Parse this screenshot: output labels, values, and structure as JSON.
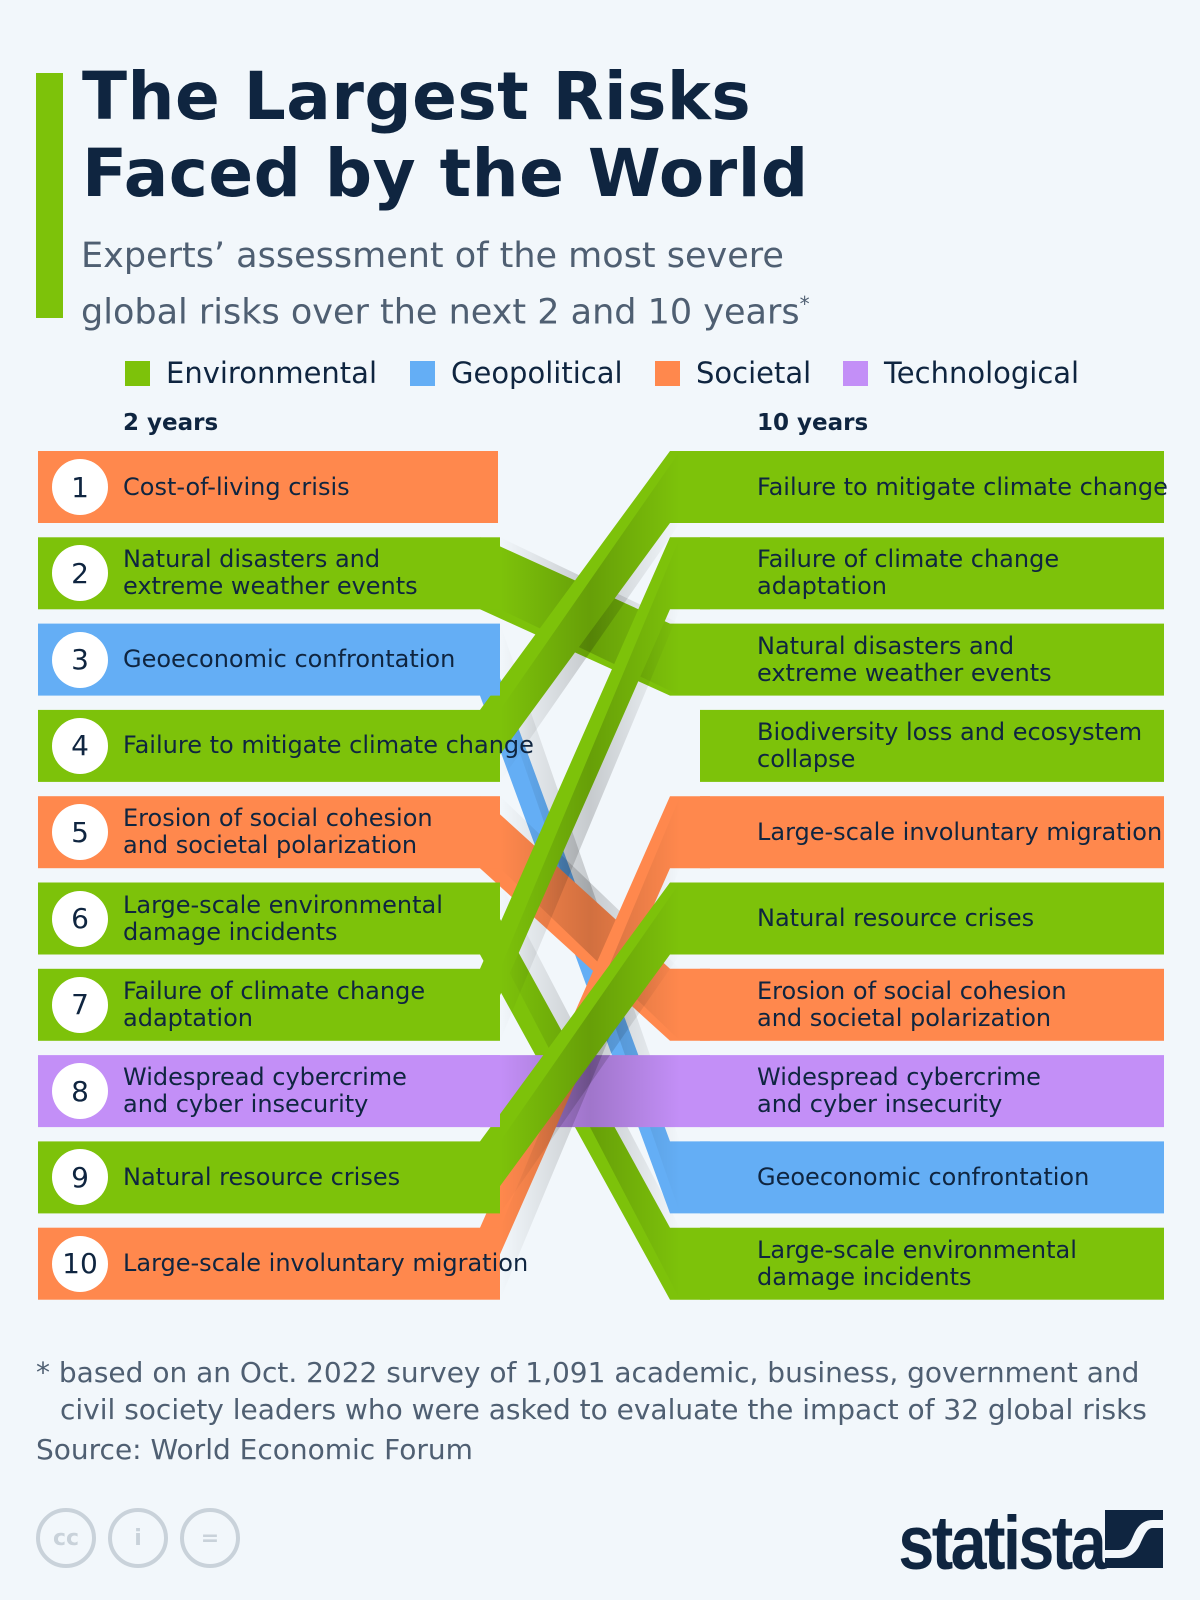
{
  "title": [
    "The Largest Risks",
    "Faced by the World"
  ],
  "subtitle": [
    "Experts’ assessment of the most severe",
    "global risks over the next 2 and 10 years"
  ],
  "subtitle_mark": "*",
  "colors": {
    "Environmental": "#7dc20a",
    "Geopolitical": "#64aef5",
    "Societal": "#ff884d",
    "Technological": "#c38ff7",
    "text": "#0f2540"
  },
  "legend": [
    "Environmental",
    "Geopolitical",
    "Societal",
    "Technological"
  ],
  "chart_data": {
    "type": "table",
    "columns": [
      "2 years",
      "10 years"
    ],
    "two_years": [
      {
        "rank": "1",
        "lines": [
          "Cost-of-living crisis"
        ],
        "category": "Societal"
      },
      {
        "rank": "2",
        "lines": [
          "Natural disasters and",
          "extreme weather events"
        ],
        "category": "Environmental",
        "ten_year_rank": 3
      },
      {
        "rank": "3",
        "lines": [
          "Geoeconomic confrontation"
        ],
        "category": "Geopolitical",
        "ten_year_rank": 9
      },
      {
        "rank": "4",
        "lines": [
          "Failure to mitigate climate change"
        ],
        "category": "Environmental",
        "ten_year_rank": 1
      },
      {
        "rank": "5",
        "lines": [
          "Erosion of social cohesion",
          "and societal polarization"
        ],
        "category": "Societal",
        "ten_year_rank": 7
      },
      {
        "rank": "6",
        "lines": [
          "Large-scale environmental",
          "damage incidents"
        ],
        "category": "Environmental",
        "ten_year_rank": 10
      },
      {
        "rank": "7",
        "lines": [
          "Failure of climate change",
          "adaptation"
        ],
        "category": "Environmental",
        "ten_year_rank": 2
      },
      {
        "rank": "8",
        "lines": [
          "Widespread cybercrime",
          "and cyber insecurity"
        ],
        "category": "Technological",
        "ten_year_rank": 8
      },
      {
        "rank": "9",
        "lines": [
          "Natural resource crises"
        ],
        "category": "Environmental",
        "ten_year_rank": 6
      },
      {
        "rank": "10",
        "lines": [
          "Large-scale involuntary migration"
        ],
        "category": "Societal",
        "ten_year_rank": 5
      }
    ],
    "ten_years": [
      {
        "lines": [
          "Failure to mitigate climate change"
        ],
        "category": "Environmental"
      },
      {
        "lines": [
          "Failure of climate change",
          "adaptation"
        ],
        "category": "Environmental"
      },
      {
        "lines": [
          "Natural disasters and",
          "extreme weather events"
        ],
        "category": "Environmental"
      },
      {
        "lines": [
          "Biodiversity loss and ecosystem",
          "collapse"
        ],
        "category": "Environmental"
      },
      {
        "lines": [
          "Large-scale involuntary migration"
        ],
        "category": "Societal"
      },
      {
        "lines": [
          "Natural resource crises"
        ],
        "category": "Environmental"
      },
      {
        "lines": [
          "Erosion of social cohesion",
          "and societal polarization"
        ],
        "category": "Societal"
      },
      {
        "lines": [
          "Widespread cybercrime",
          "and cyber insecurity"
        ],
        "category": "Technological"
      },
      {
        "lines": [
          "Geoeconomic confrontation"
        ],
        "category": "Geopolitical"
      },
      {
        "lines": [
          "Large-scale environmental",
          "damage incidents"
        ],
        "category": "Environmental"
      }
    ]
  },
  "footnote": [
    "* based on an Oct. 2022 survey of 1,091 academic, business, government and",
    "civil society leaders who were asked to evaluate the impact of 32 global risks"
  ],
  "source": "Source: World Economic Forum",
  "license_icons": [
    "cc-icon",
    "by-icon",
    "nd-icon"
  ],
  "license_glyphs": [
    "cc",
    "i",
    "="
  ],
  "logo": "statista"
}
